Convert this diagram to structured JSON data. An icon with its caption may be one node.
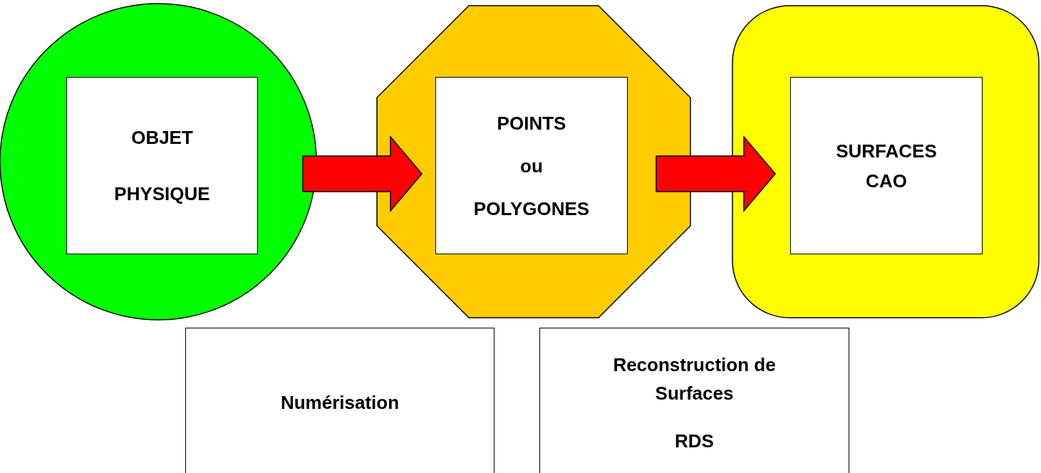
{
  "diagram": {
    "nodes": [
      {
        "text": [],
        "shape": "circle"
      },
      {
        "text": [
          "OBJET",
          "PHYSIQUE"
        ],
        "in": 0
      },
      {
        "text": [],
        "shape": "octagon"
      },
      {
        "text": [
          "POINTS",
          "ou",
          "POLYGONES"
        ],
        "in": 2
      },
      {
        "text": [],
        "shape": "box"
      },
      {
        "text": [
          "SURFACES CAO"
        ],
        "in": 4
      },
      {
        "text": [
          "Numérisation"
        ]
      },
      {
        "text": [
          "Reconstruction de Surfaces",
          "RDS"
        ]
      }
    ],
    "edges": [
      {
        "from": 0,
        "to": 2,
        "arrow": "to"
      },
      {
        "from": 2,
        "to": 4,
        "arrow": "to"
      }
    ]
  }
}
